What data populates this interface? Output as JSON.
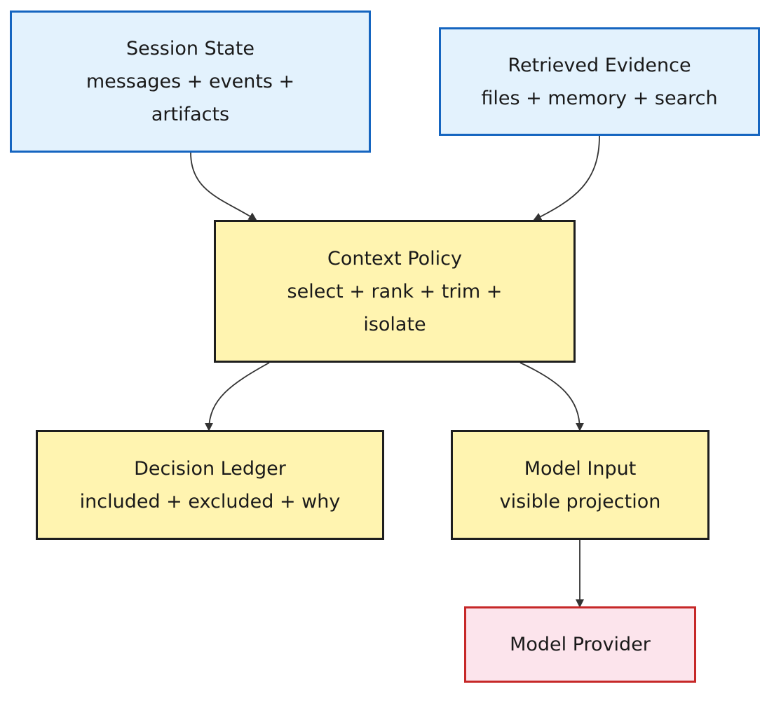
{
  "nodes": {
    "session_state": {
      "title": "Session State",
      "line1": "messages + events +",
      "line2": "artifacts"
    },
    "retrieved_evidence": {
      "title": "Retrieved Evidence",
      "line1": "files + memory + search"
    },
    "context_policy": {
      "title": "Context Policy",
      "line1": "select + rank + trim +",
      "line2": "isolate"
    },
    "decision_ledger": {
      "title": "Decision Ledger",
      "line1": "included + excluded + why"
    },
    "model_input": {
      "title": "Model Input",
      "line1": "visible projection"
    },
    "model_provider": {
      "title": "Model Provider"
    }
  },
  "edges": [
    {
      "from": "session_state",
      "to": "context_policy"
    },
    {
      "from": "retrieved_evidence",
      "to": "context_policy"
    },
    {
      "from": "context_policy",
      "to": "decision_ledger"
    },
    {
      "from": "context_policy",
      "to": "model_input"
    },
    {
      "from": "model_input",
      "to": "model_provider"
    }
  ],
  "colors": {
    "source_fill": "#e3f2fd",
    "source_border": "#1565c0",
    "process_fill": "#fff4b0",
    "process_border": "#1e1e1e",
    "sink_fill": "#fce4ec",
    "sink_border": "#c62828",
    "edge": "#333333"
  }
}
